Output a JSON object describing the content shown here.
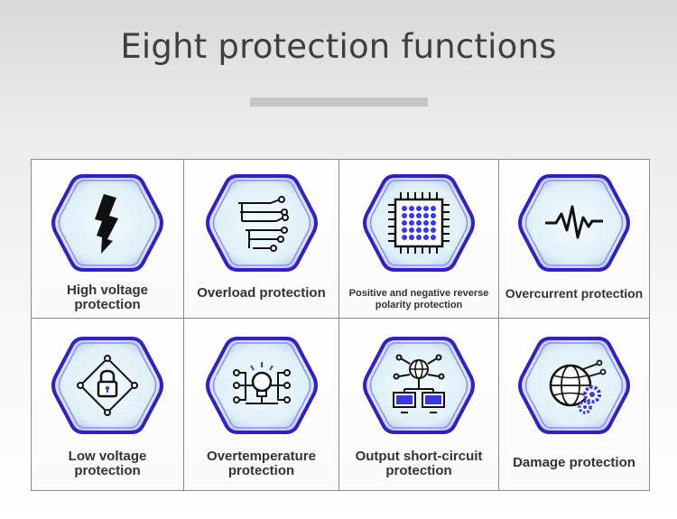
{
  "header": {
    "title": "Eight protection functions"
  },
  "features": [
    {
      "line1": "High voltage",
      "line2": "protection",
      "icon": "lightning-bolt-icon"
    },
    {
      "line1": "Overload protection",
      "line2": "",
      "icon": "circuit-traces-icon"
    },
    {
      "line1": "Positive and negative reverse",
      "line2": "polarity protection",
      "icon": "microchip-icon"
    },
    {
      "line1": "Overcurrent protection",
      "line2": "",
      "icon": "waveform-icon"
    },
    {
      "line1": "Low voltage",
      "line2": "protection",
      "icon": "padlock-icon"
    },
    {
      "line1": "Overtemperature",
      "line2": "protection",
      "icon": "bulb-circuit-icon"
    },
    {
      "line1": "Output short-circuit",
      "line2": "protection",
      "icon": "network-globe-icon"
    },
    {
      "line1": "Damage protection",
      "line2": "",
      "icon": "globe-gears-icon"
    }
  ],
  "colors": {
    "hex_outer": "#3b1fb8",
    "hex_fill": "#e8f4fb",
    "accent": "#2b2bd8"
  }
}
